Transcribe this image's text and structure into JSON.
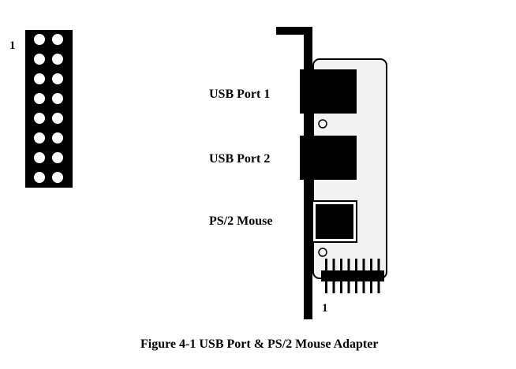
{
  "header_pin_label": "1",
  "bracket_pin_label": "1",
  "ports": [
    {
      "label": "USB Port 1"
    },
    {
      "label": "USB Port 2"
    },
    {
      "label": "PS/2 Mouse"
    }
  ],
  "caption": "Figure 4-1 USB Port & PS/2 Mouse Adapter",
  "colors": {
    "ink": "#000000",
    "board": "#f2f2f2",
    "paper": "#ffffff"
  }
}
